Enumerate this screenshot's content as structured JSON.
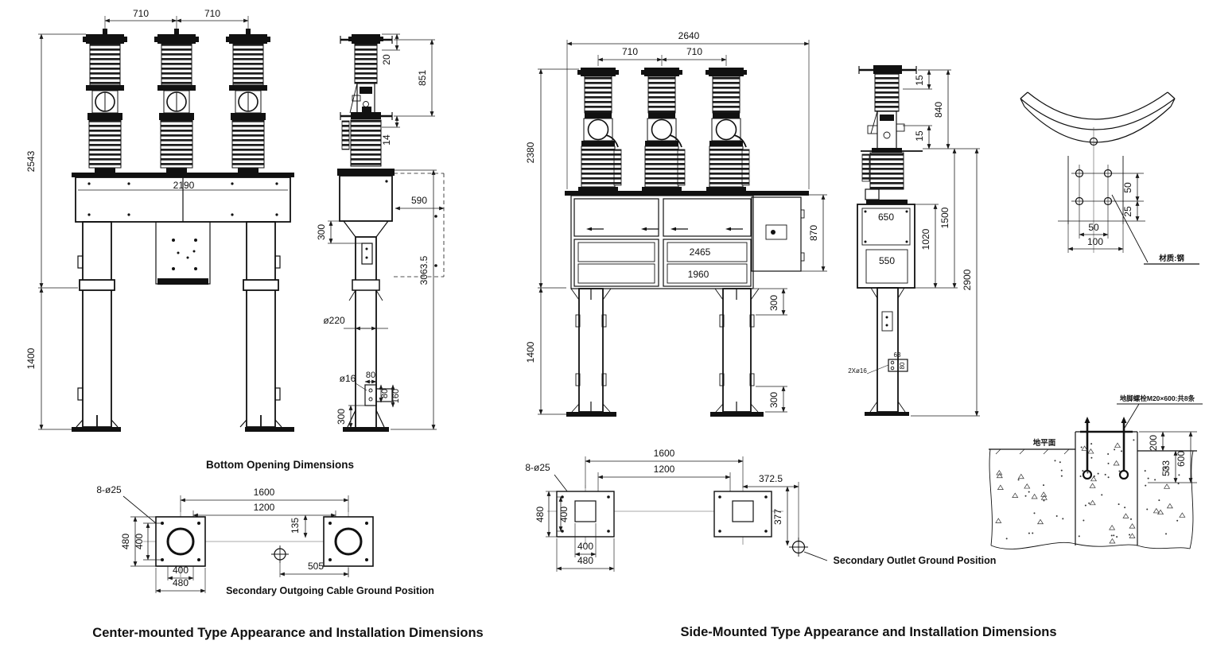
{
  "center_mounted": {
    "front": {
      "dim_pole_spacing_left": "710",
      "dim_pole_spacing_right": "710",
      "dim_total_height": "2543",
      "dim_frame_width": "2190",
      "dim_leg_height": "1400"
    },
    "side": {
      "dim_terminal": "20",
      "dim_upper_insulator": "851",
      "dim_gap": "14",
      "dim_depth": "590",
      "dim_box_offset": "300",
      "dim_overall_height": "3063.5",
      "dim_leg_diameter": "ø220",
      "dim_hole": "ø16",
      "dim_bracket_width": "80",
      "dim_bracket_height": "80",
      "dim_bracket_length": "160",
      "dim_bracket_ground": "300"
    },
    "plan": {
      "heading": "Bottom Opening Dimensions",
      "bolt_holes": "8-ø25",
      "dim_span_outer": "1600",
      "dim_span_inner": "1200",
      "dim_offset": "135",
      "dim_plate_height_outer": "480",
      "dim_plate_height_inner": "400",
      "dim_plate_width_inner": "400",
      "dim_plate_width_outer": "480",
      "dim_ground_offset": "505",
      "note": "Secondary Outgoing Cable Ground Position"
    },
    "title": "Center-mounted Type Appearance and Installation Dimensions"
  },
  "side_mounted": {
    "front": {
      "dim_overall_width": "2640",
      "dim_pole_spacing_left": "710",
      "dim_pole_spacing_right": "710",
      "dim_total_height": "2380",
      "dim_cabinet_width_outer": "2465",
      "dim_cabinet_width_inner": "1960",
      "dim_cabinet_height": "870",
      "dim_leg_height": "1400",
      "dim_leg_top_offset": "300",
      "dim_leg_bottom_offset": "300"
    },
    "side": {
      "dim_terminal_top": "15",
      "dim_upper_insulator": "840",
      "dim_terminal_bottom": "15",
      "dim_box_width_upper": "650",
      "dim_box_width_lower": "550",
      "dim_box_height": "1020",
      "dim_body_height": "1500",
      "dim_overall_height": "2900",
      "bracket_holes": "2Xø16",
      "dim_bracket_top": "63",
      "dim_bracket_side": "80"
    },
    "clamp_detail": {
      "dim_hole_spacing_v": "50",
      "dim_hole_edge": "25",
      "dim_hole_spacing_h": "50",
      "dim_plate_width": "100",
      "material_note": "材质:钢"
    },
    "foundation": {
      "ground_label": "地平面",
      "anchor_note": "地脚螺栓M20×600:共8条",
      "dim_exposed": "200",
      "dim_embedded": "533",
      "dim_total_depth": "600"
    },
    "plan": {
      "bolt_holes": "8-ø25",
      "dim_span_outer": "1600",
      "dim_span_inner": "1200",
      "dim_ground_offset_h": "372.5",
      "dim_ground_offset_v": "377",
      "dim_plate_height_outer": "480",
      "dim_plate_height_inner": "400",
      "dim_plate_width_inner": "400",
      "dim_plate_width_outer": "480",
      "note": "Secondary Outlet Ground Position"
    },
    "title": "Side-Mounted Type Appearance and Installation Dimensions"
  }
}
